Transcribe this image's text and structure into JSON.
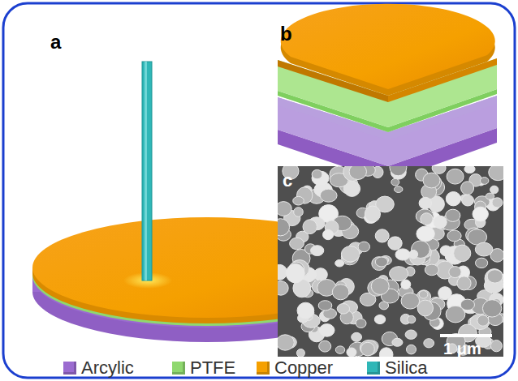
{
  "diagram": {
    "labels": [
      "a",
      "b",
      "c",
      "1 μm"
    ],
    "legend": [
      {
        "text": "Arcylic",
        "color": "#9b6bd0"
      },
      {
        "text": "PTFE",
        "color": "#8fd86f"
      },
      {
        "text": "Copper",
        "color": "#f5a000"
      },
      {
        "text": "Silica",
        "color": "#2fb7b7"
      }
    ]
  }
}
